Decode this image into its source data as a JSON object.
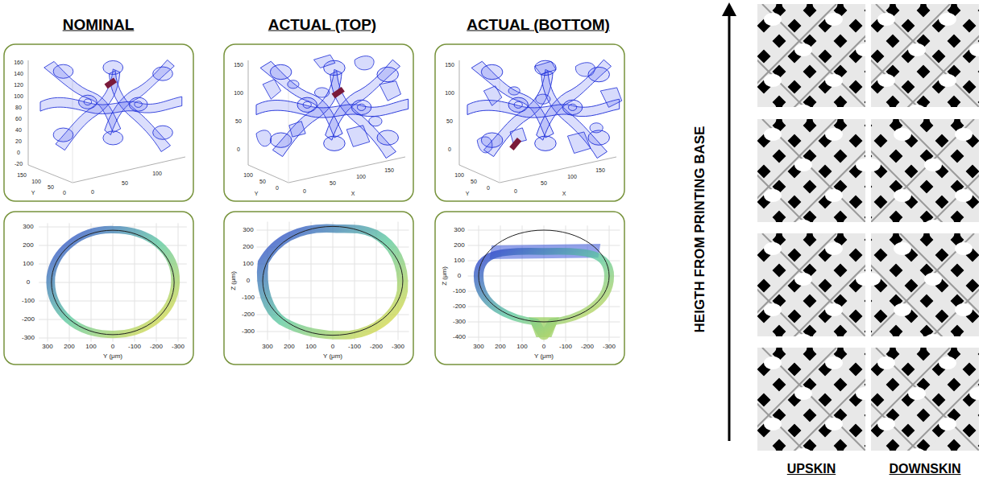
{
  "diagram": {
    "labels": [
      "NOMINAL",
      "ACTUAL (TOP)",
      "ACTUAL (BOTTOM)",
      "HEIGTH FROM PRINTING BASE",
      "UPSKIN",
      "DOWNSKIN",
      "160",
      "140",
      "120",
      "100",
      "80",
      "60",
      "40",
      "20",
      "0",
      "-20",
      "Y",
      "150",
      "100",
      "50",
      "0",
      "0",
      "50",
      "100",
      "150",
      "100",
      "50",
      "0",
      "100",
      "50",
      "0",
      "Y",
      "0",
      "50",
      "100",
      "150",
      "X",
      "150",
      "100",
      "50",
      "0",
      "100",
      "50",
      "0",
      "Y",
      "0",
      "50",
      "100",
      "150",
      "X",
      "300",
      "200",
      "100",
      "0",
      "-100",
      "-200",
      "-300",
      "300",
      "200",
      "100",
      "0",
      "-100",
      "-200",
      "-300",
      "Y (μm)",
      "300",
      "200",
      "100",
      "0",
      "-100",
      "-200",
      "-300",
      "300",
      "200",
      "100",
      "0",
      "-100",
      "-200",
      "-300",
      "Y (μm)",
      "Z (μm)",
      "300",
      "200",
      "100",
      "0",
      "-100",
      "-200",
      "-300",
      "-400",
      "300",
      "200",
      "100",
      "0",
      "-100",
      "-200",
      "-300",
      "Y (μm)",
      "Z (μm)"
    ]
  }
}
